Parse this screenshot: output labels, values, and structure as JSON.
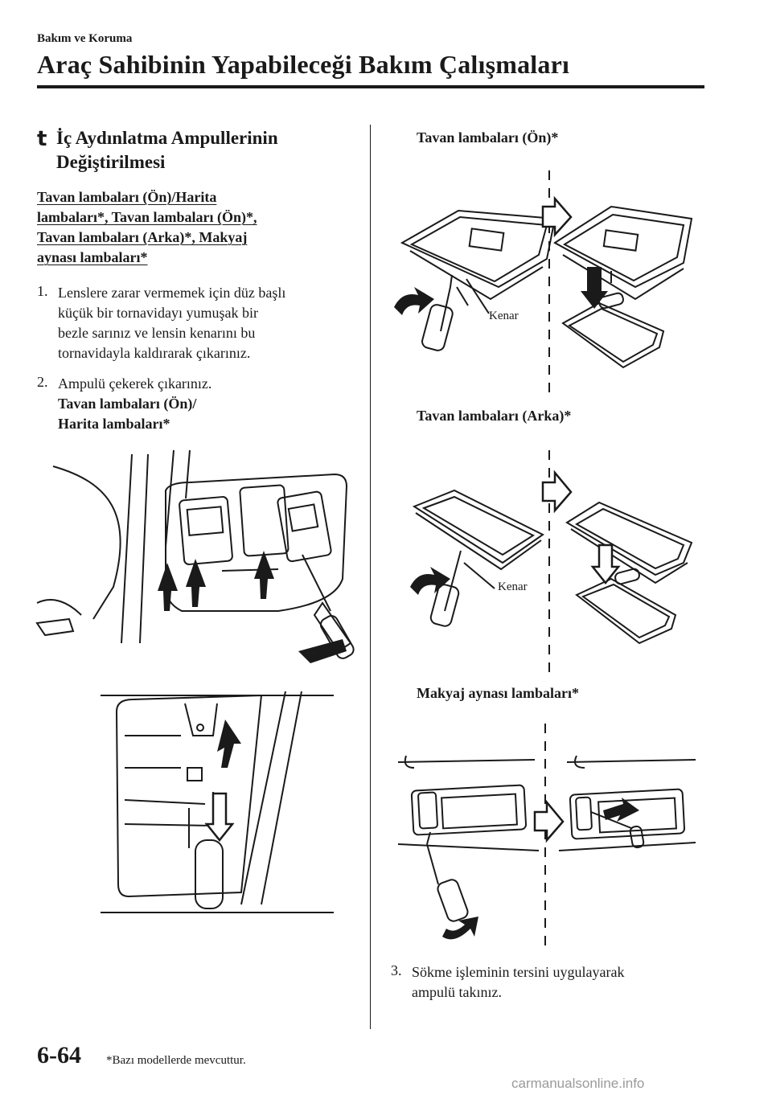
{
  "header": {
    "section_label": "Bakım ve Koruma",
    "chapter_title": "Araç Sahibinin Yapabileceği Bakım Çalışmaları"
  },
  "section": {
    "marker": "t",
    "title_line1": "İç Aydınlatma Ampullerinin",
    "title_line2": "Değiştirilmesi"
  },
  "subheading": {
    "line1": "Tavan lambaları (Ön)/Harita ",
    "line2": "lambaları*, Tavan lambaları (Ön)*, ",
    "line3": "Tavan lambaları (Arka)*, Makyaj ",
    "line4": "aynası lambaları*"
  },
  "steps": [
    {
      "number": "1.",
      "lines": [
        "Lenslere zarar vermemek için düz başlı",
        "küçük bir tornavidayı yumuşak bir",
        "bezle sarınız ve lensin kenarını bu",
        "tornavidayla kaldırarak çıkarınız."
      ]
    },
    {
      "number": "2.",
      "lines": [
        "Ampulü çekerek çıkarınız."
      ],
      "sub_line1": "Tavan lambaları (Ön)/",
      "sub_line2": "Harita lambaları*"
    },
    {
      "number": "3.",
      "lines": [
        "Sökme işleminin tersini uygulayarak",
        "ampulü takınız."
      ]
    }
  ],
  "right_column": {
    "heading_front": "Tavan lambaları (Ön)*",
    "heading_rear": "Tavan lambaları (Arka)*",
    "heading_vanity": "Makyaj aynası lambaları*",
    "callout_front": "Kenar",
    "callout_rear": "Kenar"
  },
  "footer": {
    "page_number": "6-64",
    "footnote": "*Bazı modellerde mevcuttur.",
    "watermark": "carmanualsonline.info"
  }
}
